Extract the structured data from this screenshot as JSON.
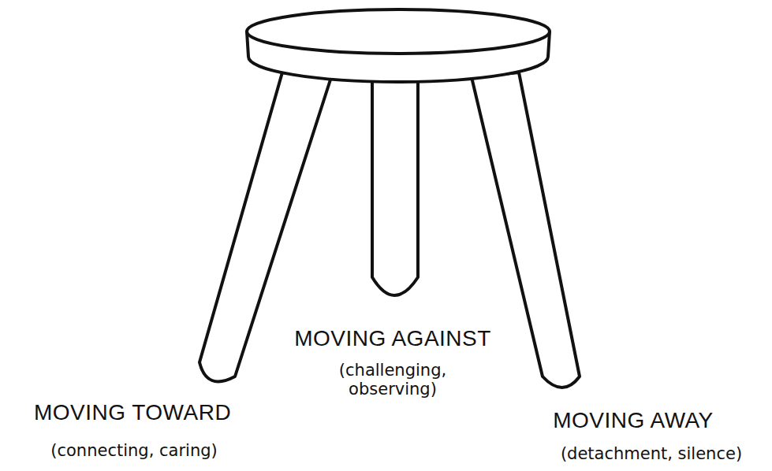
{
  "diagram": {
    "labels": [
      "MOVING TOWARD",
      "(connecting, caring)",
      "MOVING AGAINST",
      "(challenging, observing)",
      "MOVING AWAY",
      "(detachment, silence)"
    ]
  }
}
